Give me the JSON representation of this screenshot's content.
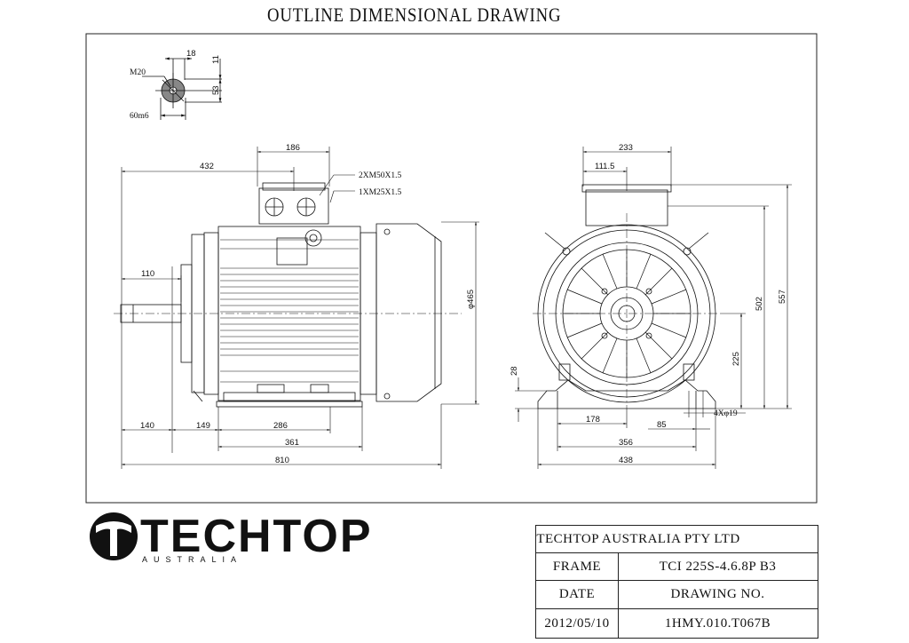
{
  "drawing": {
    "title": "OUTLINE DIMENSIONAL DRAWING",
    "shaft_detail": {
      "m20": "M20",
      "d18": "18",
      "d11": "11",
      "d53": "53",
      "d60m6": "60m6"
    },
    "side_view": {
      "d186": "186",
      "d432": "432",
      "gland1": "2XM50X1.5",
      "gland2": "1XM25X1.5",
      "d110": "110",
      "d465": "φ465",
      "d140": "140",
      "d149": "149",
      "d286": "286",
      "d361": "361",
      "d810": "810"
    },
    "end_view": {
      "d233": "233",
      "d111_5": "111.5",
      "d557": "557",
      "d502": "502",
      "d225": "225",
      "d28": "28",
      "d178": "178",
      "d85": "85",
      "d4x19": "4Xφ19",
      "d356": "356",
      "d438": "438"
    }
  },
  "logo": {
    "brand": "TECHTOP",
    "sub": "AUSTRALIA",
    "icon": "techtop-logo-icon"
  },
  "title_block": {
    "company": "TECHTOP AUSTRALIA PTY LTD",
    "frame_label": "FRAME",
    "frame_value": "TCI 225S-4.6.8P B3",
    "date_label": "DATE",
    "drawing_no_label": "DRAWING NO.",
    "date_value": "2012/05/10",
    "drawing_no_value": "1HMY.010.T067B"
  },
  "colors": {
    "ink": "#111111",
    "background": "#ffffff"
  }
}
